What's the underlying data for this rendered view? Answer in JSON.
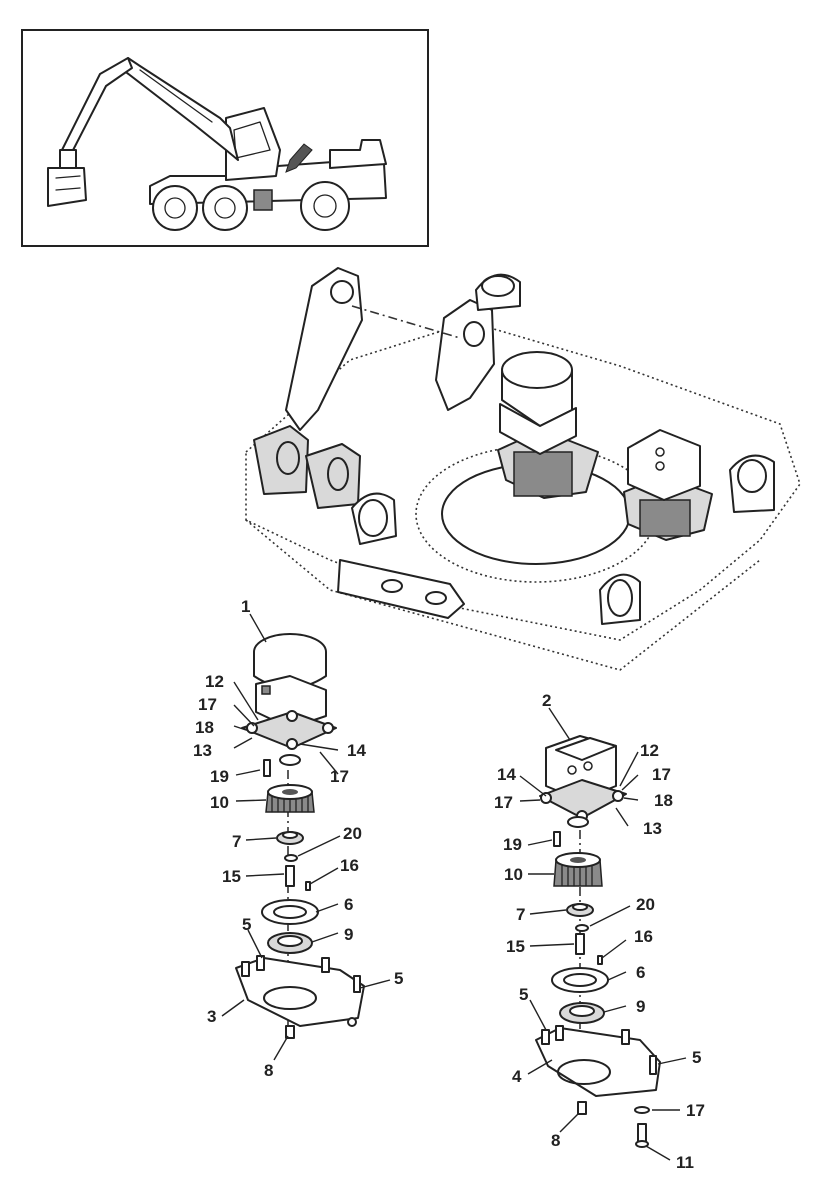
{
  "inset": {
    "caption": ""
  },
  "callouts": {
    "c1": "1",
    "c2": "2",
    "c3": "3",
    "c4": "4",
    "c5": "5",
    "c6": "6",
    "c7": "7",
    "c8": "8",
    "c9": "9",
    "c10": "10",
    "c11": "11",
    "c12": "12",
    "c13": "13",
    "c14": "14",
    "c15": "15",
    "c16": "16",
    "c17": "17",
    "c18": "18",
    "c19": "19",
    "c20": "20"
  },
  "icons": [
    "harvester-machine-icon",
    "location-arrow-icon",
    "turntable-frame-icon",
    "slewing-motor-icon",
    "pinion-gear-icon",
    "bearing-icon",
    "bracket-plate-icon"
  ]
}
